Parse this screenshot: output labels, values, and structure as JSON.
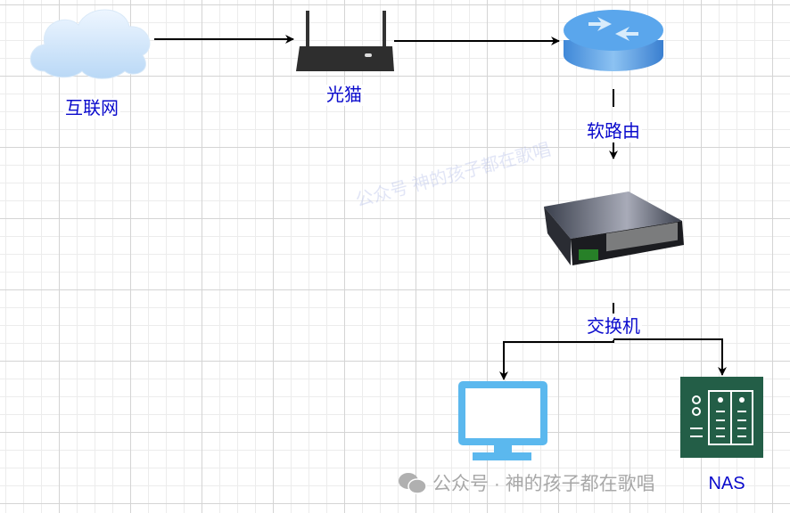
{
  "nodes": {
    "internet": {
      "label": "互联网",
      "icon": "cloud-icon"
    },
    "modem": {
      "label": "光猫",
      "icon": "modem-icon"
    },
    "soft_router": {
      "label": "软路由",
      "icon": "router-icon"
    },
    "switch": {
      "label": "交换机",
      "icon": "switch-icon"
    },
    "pc": {
      "icon": "monitor-icon"
    },
    "nas": {
      "label": "NAS",
      "icon": "nas-icon"
    }
  },
  "watermark": {
    "text": "公众号  神的孩子都在歌唱"
  },
  "footer_watermark": {
    "text": "公众号 · 神的孩子都在歌唱",
    "icon": "wechat-icon"
  },
  "colors": {
    "label": "#0a0acc",
    "monitor": "#5bb8ee",
    "nas": "#235e47",
    "router": "#4a90e2"
  }
}
